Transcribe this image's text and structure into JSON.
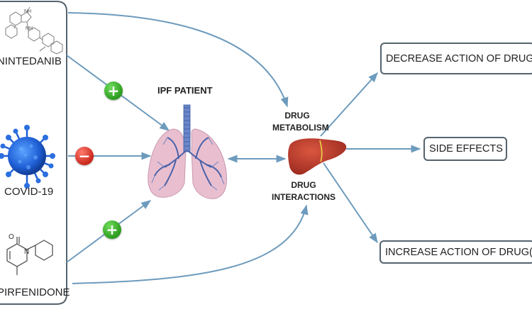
{
  "drugs": {
    "nintedanib": "NINTEDANIB",
    "covid": "COVID-19",
    "pirfenidone": "PIRFENIDONE"
  },
  "center": {
    "patient": "IPF PATIENT",
    "metabolism_line1": "DRUG",
    "metabolism_line2": "METABOLISM",
    "interactions_line1": "DRUG",
    "interactions_line2": "INTERACTIONS"
  },
  "signs": {
    "nintedanib": "+",
    "covid": "−",
    "pirfenidone": "+"
  },
  "outcomes": {
    "decrease": "DECREASE ACTION OF DRUG(S)",
    "side_effects": "SIDE EFFECTS",
    "increase": "INCREASE ACTION OF DRUG(S)"
  },
  "colors": {
    "arrow": "#6d9bbd",
    "left_panel_border": "#55636d",
    "liver": "#b7382b",
    "lung": "#e9bfd0",
    "virus": "#1f5fd6",
    "plus": "#35a825",
    "minus": "#d8362a"
  }
}
